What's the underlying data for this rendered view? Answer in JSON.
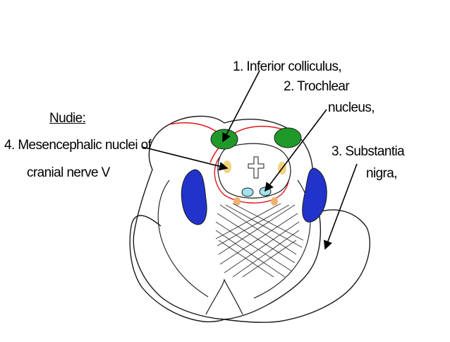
{
  "heading": "Nudie:",
  "labels": {
    "inferior_colliculus": "1. Inferior colliculus,",
    "trochlear_line1": "2. Trochlear",
    "trochlear_line2": "nucleus,",
    "substantia_line1": "3. Substantia",
    "substantia_line2": "nigra,",
    "mesencephalic_line1": "4. Mesencephalic nuclei of",
    "mesencephalic_line2": "cranial nerve V"
  },
  "colors": {
    "outline": "#1a1a1a",
    "colliculus": "#1f9a2a",
    "nerve_tract": "#e01818",
    "mesencephalic_nucleus": "#f2d27a",
    "trochlear_nucleus": "#9fe3f0",
    "oculomotor_nucleus": "#f0b070",
    "substantia_nigra": "#2233cc"
  }
}
